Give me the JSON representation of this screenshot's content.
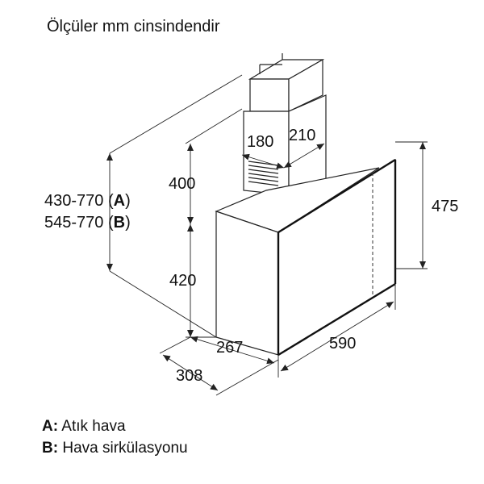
{
  "title": "Ölçüler mm cinsindendir",
  "dimensions": {
    "chimney_depth": "180",
    "chimney_width": "210",
    "chimney_height": "400",
    "total_height_a": "430-770 (",
    "total_height_a_letter": "A",
    "total_height_b": "545-770 (",
    "total_height_b_letter": "B",
    "closing_paren": ")",
    "canopy_height": "420",
    "glass_height": "475",
    "top_depth": "267",
    "bottom_depth": "308",
    "width": "590"
  },
  "legend": [
    {
      "key": "A:",
      "label": "Atık hava"
    },
    {
      "key": "B:",
      "label": "Hava sirkülasyonu"
    }
  ]
}
